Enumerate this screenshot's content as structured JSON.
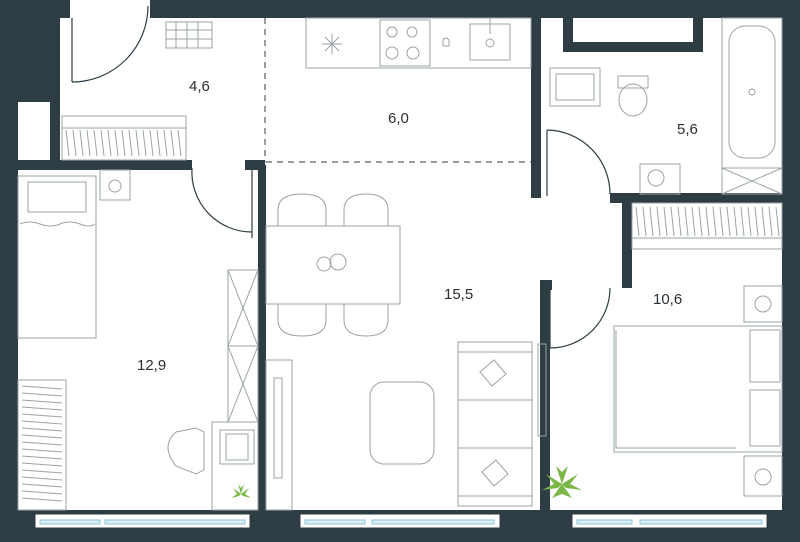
{
  "rooms": [
    {
      "id": "hallway",
      "area": "4,6"
    },
    {
      "id": "kitchen",
      "area": "6,0"
    },
    {
      "id": "bathroom",
      "area": "5,6"
    },
    {
      "id": "bedroom-left",
      "area": "12,9"
    },
    {
      "id": "living",
      "area": "15,5"
    },
    {
      "id": "bedroom-right",
      "area": "10,6"
    }
  ],
  "colors": {
    "wall": "#2e3d44",
    "furniture": "#9aa3a6",
    "glass": "#d9eef6",
    "plant": "#7ab648"
  }
}
